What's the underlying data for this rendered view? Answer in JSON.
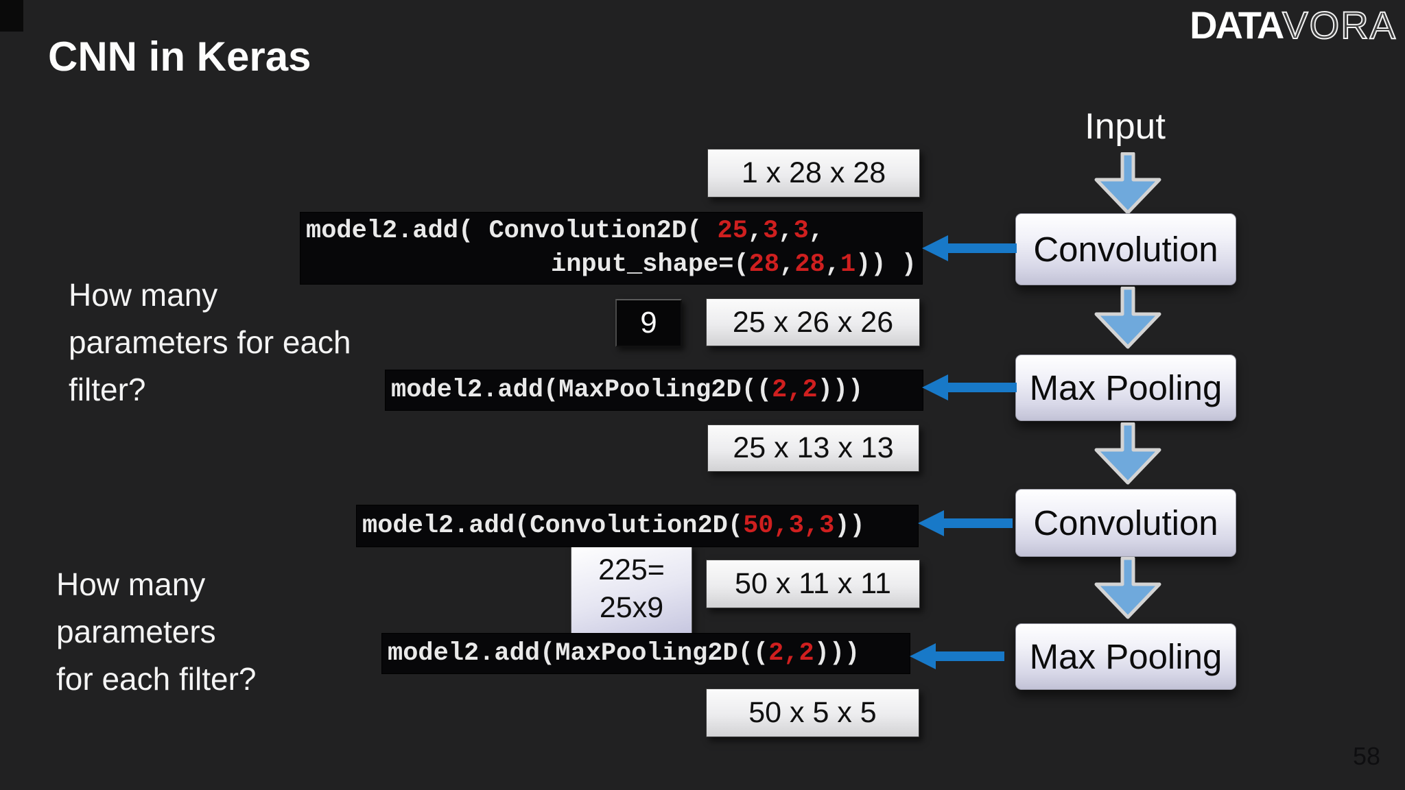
{
  "slide": {
    "title": "CNN in Keras",
    "page_number": "58",
    "logo": {
      "bold": "DATA",
      "outline": "VORA"
    }
  },
  "questions": {
    "q1": {
      "lines": [
        "How many",
        "parameters for each",
        "filter?"
      ]
    },
    "q2": {
      "lines": [
        "How many",
        "parameters",
        "for each filter?"
      ]
    }
  },
  "pipeline": {
    "input_label": "Input",
    "steps": [
      {
        "label": "Convolution"
      },
      {
        "label": "Max Pooling"
      },
      {
        "label": "Convolution"
      },
      {
        "label": "Max Pooling"
      }
    ]
  },
  "dims": {
    "input": "1 x 28 x 28",
    "after_conv1": "25 x 26 x 26",
    "after_pool1": "25 x 13 x 13",
    "after_conv2": "50 x 11 x 11",
    "after_pool2": "50 x 5 x 5"
  },
  "annotations": {
    "filter_size": "9",
    "param_calc_line1": "225=",
    "param_calc_line2": "25x9"
  },
  "code": {
    "conv1_line1": [
      {
        "t": "model2.add( Convolution2D( ",
        "c": "w"
      },
      {
        "t": "25",
        "c": "r"
      },
      {
        "t": ",",
        "c": "w"
      },
      {
        "t": "3",
        "c": "r"
      },
      {
        "t": ",",
        "c": "w"
      },
      {
        "t": "3",
        "c": "r"
      },
      {
        "t": ",",
        "c": "w"
      }
    ],
    "conv1_line2": [
      {
        "t": "input_shape=(",
        "c": "w"
      },
      {
        "t": "28",
        "c": "r"
      },
      {
        "t": ",",
        "c": "w"
      },
      {
        "t": "28",
        "c": "r"
      },
      {
        "t": ",",
        "c": "w"
      },
      {
        "t": "1",
        "c": "r"
      },
      {
        "t": ")) )",
        "c": "w"
      }
    ],
    "pool1": [
      {
        "t": "model2.add(MaxPooling2D((",
        "c": "w"
      },
      {
        "t": "2,2",
        "c": "r"
      },
      {
        "t": ")))",
        "c": "w"
      }
    ],
    "conv2": [
      {
        "t": "model2.add(Convolution2D(",
        "c": "w"
      },
      {
        "t": "50,3,3",
        "c": "r"
      },
      {
        "t": "))",
        "c": "w"
      }
    ],
    "pool2": [
      {
        "t": "model2.add(MaxPooling2D((",
        "c": "w"
      },
      {
        "t": "2,2",
        "c": "r"
      },
      {
        "t": ")))",
        "c": "w"
      }
    ]
  },
  "colors": {
    "accent_blue": "#1879c8",
    "arrow_fill": "#6fa9dc",
    "arrow_outline": "#d4d4d4",
    "code_red": "#cf1f1f",
    "code_white": "#e9e9e9",
    "background": "#212122"
  }
}
